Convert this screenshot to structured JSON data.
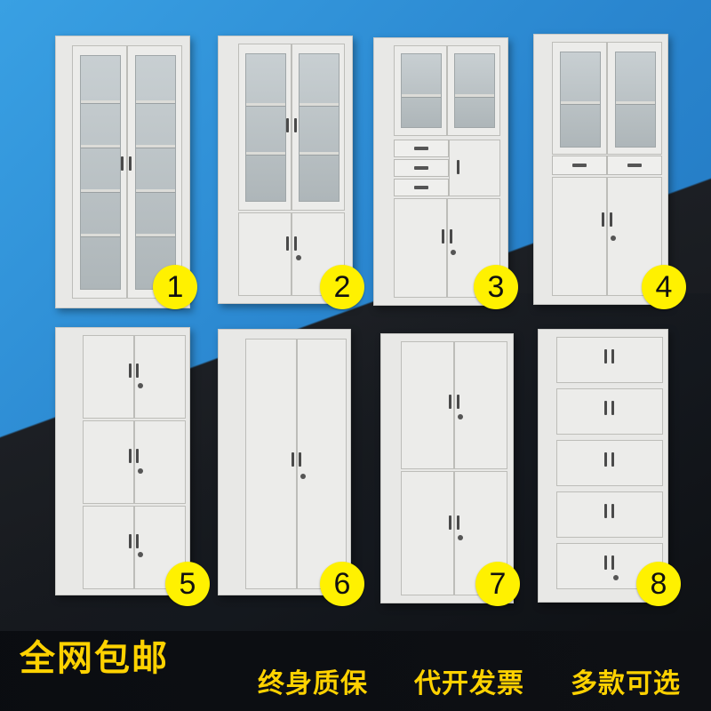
{
  "labels": [
    "1",
    "2",
    "3",
    "4",
    "5",
    "6",
    "7",
    "8"
  ],
  "banner": {
    "free_shipping": "全网包邮",
    "taglines": [
      "终身质保",
      "代开发票",
      "多款可选"
    ]
  },
  "colors": {
    "badge": "#fff100",
    "banner_text": "#ffd200",
    "cabinet": "#e8e8e6",
    "background_blue": "#2a86cf",
    "background_dark": "#111418"
  }
}
